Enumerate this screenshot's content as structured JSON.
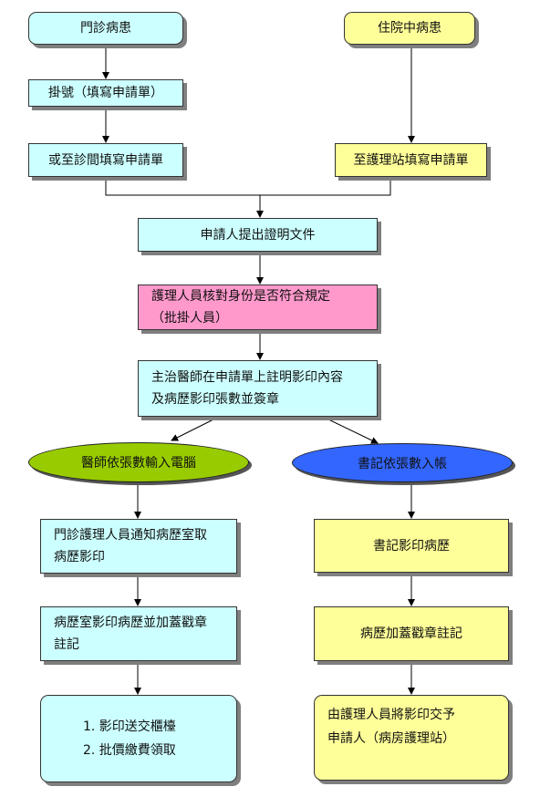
{
  "nodes": {
    "outpatient": "門診病患",
    "inpatient": "住院中病患",
    "register": "掛號（填寫申請單）",
    "clinic_form": "或至診間填寫申請單",
    "nurse_station_form": "至護理站填寫申請單",
    "submit_docs": "申請人提出證明文件",
    "verify_line1": "護理人員核對身份是否符合規定",
    "verify_line2": "（批掛人員）",
    "doctor_line1": "主治醫師在申請單上註明影印內容",
    "doctor_line2": "及病歷影印張數並簽章",
    "doctor_enter": "醫師依張數輸入電腦",
    "clerk_account": "書記依張數入帳",
    "notify_line1": "門診護理人員通知病歷室取",
    "notify_line2": "病歷影印",
    "copy_stamp_line1": "病歷室影印病歷並加蓋戳章",
    "copy_stamp_line2": "註記",
    "final_left_line1": "1.  影印送交櫃檯",
    "final_left_line2": "2.  批價繳費領取",
    "clerk_copy": "書記影印病歷",
    "stamp_note": "病歷加蓋戳章註記",
    "final_right_line1": "由護理人員將影印交予",
    "final_right_line2": "申請人（病房護理站）"
  },
  "colors": {
    "cyan": "#ccffff",
    "yellow": "#ffff99",
    "pink": "#ff99cc",
    "green": "#99cc00",
    "blue": "#3366ff"
  }
}
